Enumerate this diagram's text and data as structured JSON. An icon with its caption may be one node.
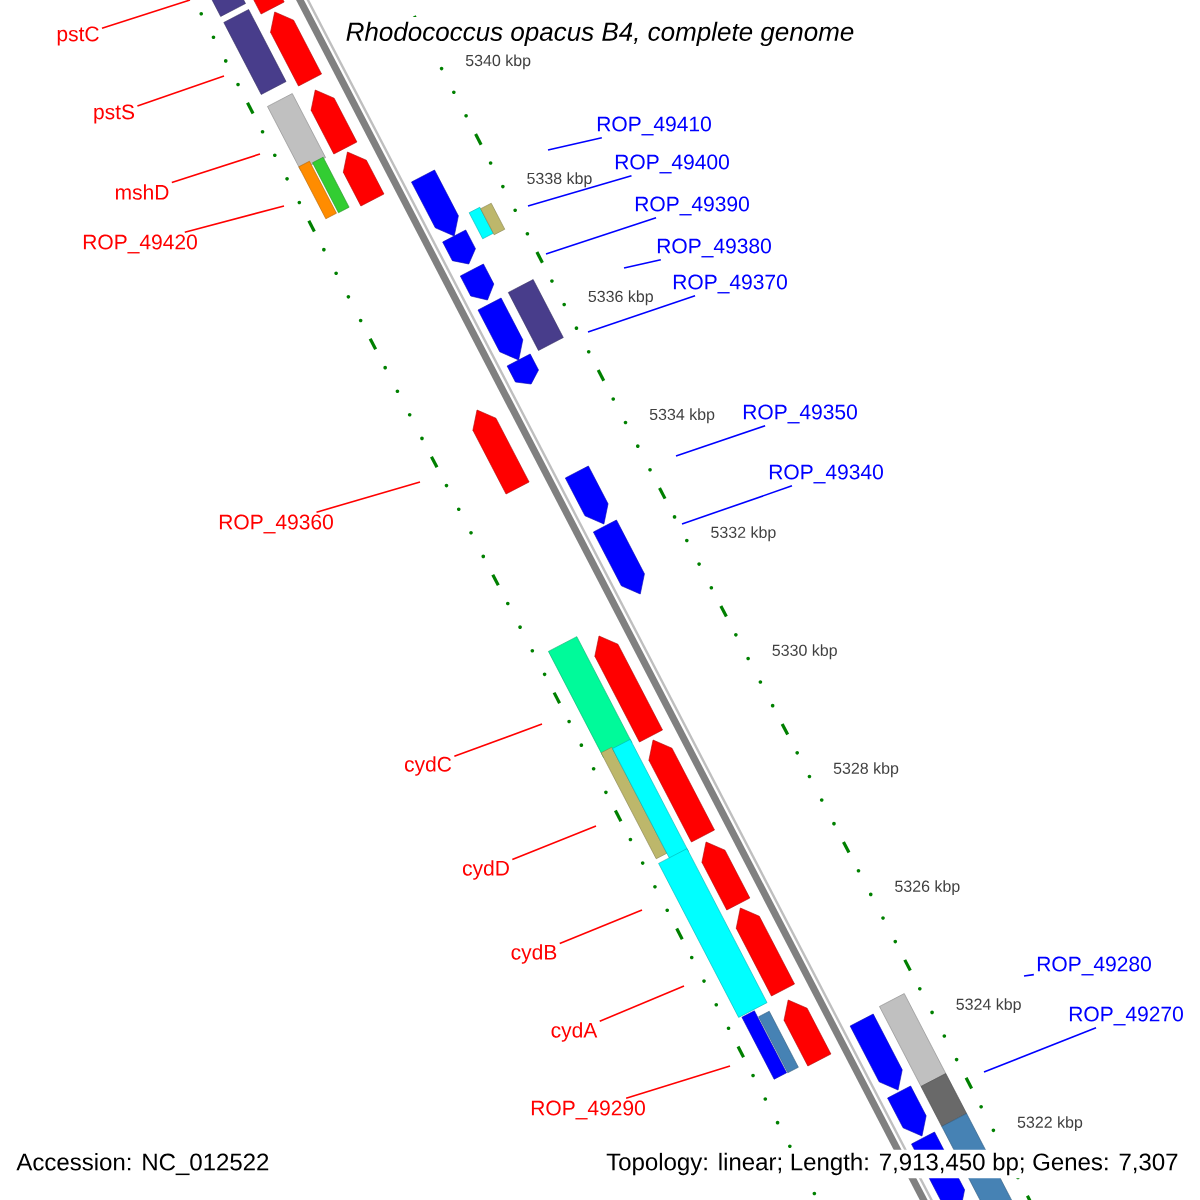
{
  "diagram": {
    "title": "Rhodococcus opacus B4, complete genome",
    "nodes": [
      {
        "text": [
          "pstC"
        ]
      },
      {
        "text": [
          "pstS"
        ]
      },
      {
        "text": [
          "ROP_49410"
        ]
      },
      {
        "text": [
          "ROP_49400"
        ]
      },
      {
        "text": [
          "mshD"
        ]
      },
      {
        "text": [
          "ROP_49390"
        ]
      },
      {
        "text": [
          "ROP_49420"
        ]
      },
      {
        "text": [
          "ROP_49380"
        ]
      },
      {
        "text": [
          "ROP_49370"
        ]
      },
      {
        "text": [
          "ROP_49350"
        ]
      },
      {
        "text": [
          "ROP_49340"
        ]
      },
      {
        "text": [
          "ROP_49360"
        ]
      },
      {
        "text": [
          "cydC"
        ]
      },
      {
        "text": [
          "cydD"
        ]
      },
      {
        "text": [
          "cydB"
        ]
      },
      {
        "text": [
          "ROP_49280"
        ]
      },
      {
        "text": [
          "ROP_49270"
        ]
      },
      {
        "text": [
          "cydA"
        ]
      },
      {
        "text": [
          "ROP_49290"
        ]
      }
    ],
    "edges": [
      {
        "from": 0,
        "to": null,
        "arrow": "none"
      },
      {
        "from": 1,
        "to": null,
        "arrow": "none"
      },
      {
        "from": 2,
        "to": null,
        "arrow": "none",
        "color": "#0000ff"
      },
      {
        "from": 3,
        "to": null,
        "arrow": "none",
        "color": "#0000ff"
      },
      {
        "from": 4,
        "to": null,
        "arrow": "none"
      },
      {
        "from": 5,
        "to": null,
        "arrow": "none",
        "color": "#0000ff"
      },
      {
        "from": 6,
        "to": null,
        "arrow": "none"
      },
      {
        "from": 7,
        "to": null,
        "arrow": "none",
        "color": "#0000ff"
      },
      {
        "from": 8,
        "to": null,
        "arrow": "none",
        "color": "#0000ff"
      },
      {
        "from": 9,
        "to": null,
        "arrow": "none",
        "color": "#0000ff"
      },
      {
        "from": 10,
        "to": null,
        "arrow": "none",
        "color": "#0000ff"
      },
      {
        "from": 11,
        "to": null,
        "arrow": "none"
      },
      {
        "from": 12,
        "to": null,
        "arrow": "none"
      },
      {
        "from": 13,
        "to": null,
        "arrow": "none"
      },
      {
        "from": 14,
        "to": null,
        "arrow": "none"
      },
      {
        "from": 15,
        "to": null,
        "arrow": "none",
        "color": "#0000ff"
      },
      {
        "from": 16,
        "to": null,
        "arrow": "none",
        "color": "#0000ff"
      },
      {
        "from": 17,
        "to": null,
        "arrow": "none"
      },
      {
        "from": 18,
        "to": null,
        "arrow": "none"
      }
    ],
    "labels": [
      "5340 kbp",
      "5338 kbp",
      "5336 kbp",
      "5334 kbp",
      "5332 kbp",
      "5330 kbp",
      "5328 kbp",
      "5326 kbp",
      "5324 kbp",
      "5322 kbp",
      "Accession: NC_012522",
      "Topology: linear; Length: 7,913,450 bp; Genes: 7,307"
    ]
  }
}
